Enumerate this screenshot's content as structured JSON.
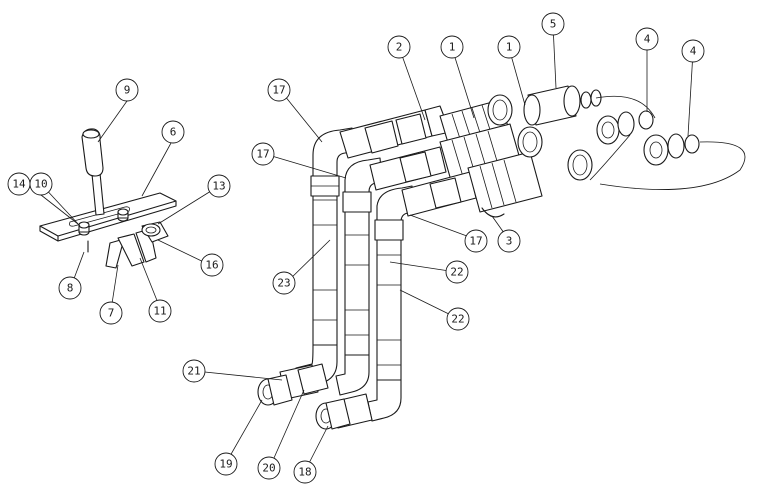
{
  "callouts": {
    "c9": "9",
    "c6": "6",
    "c14": "14",
    "c10": "10",
    "c13": "13",
    "c16": "16",
    "c8": "8",
    "c7": "7",
    "c11": "11",
    "c17a": "17",
    "c17b": "17",
    "c17c": "17",
    "c2": "2",
    "c1a": "1",
    "c1b": "1",
    "c5": "5",
    "c4a": "4",
    "c4b": "4",
    "c3": "3",
    "c23": "23",
    "c22a": "22",
    "c22b": "22",
    "c21": "21",
    "c19": "19",
    "c20": "20",
    "c18": "18"
  }
}
